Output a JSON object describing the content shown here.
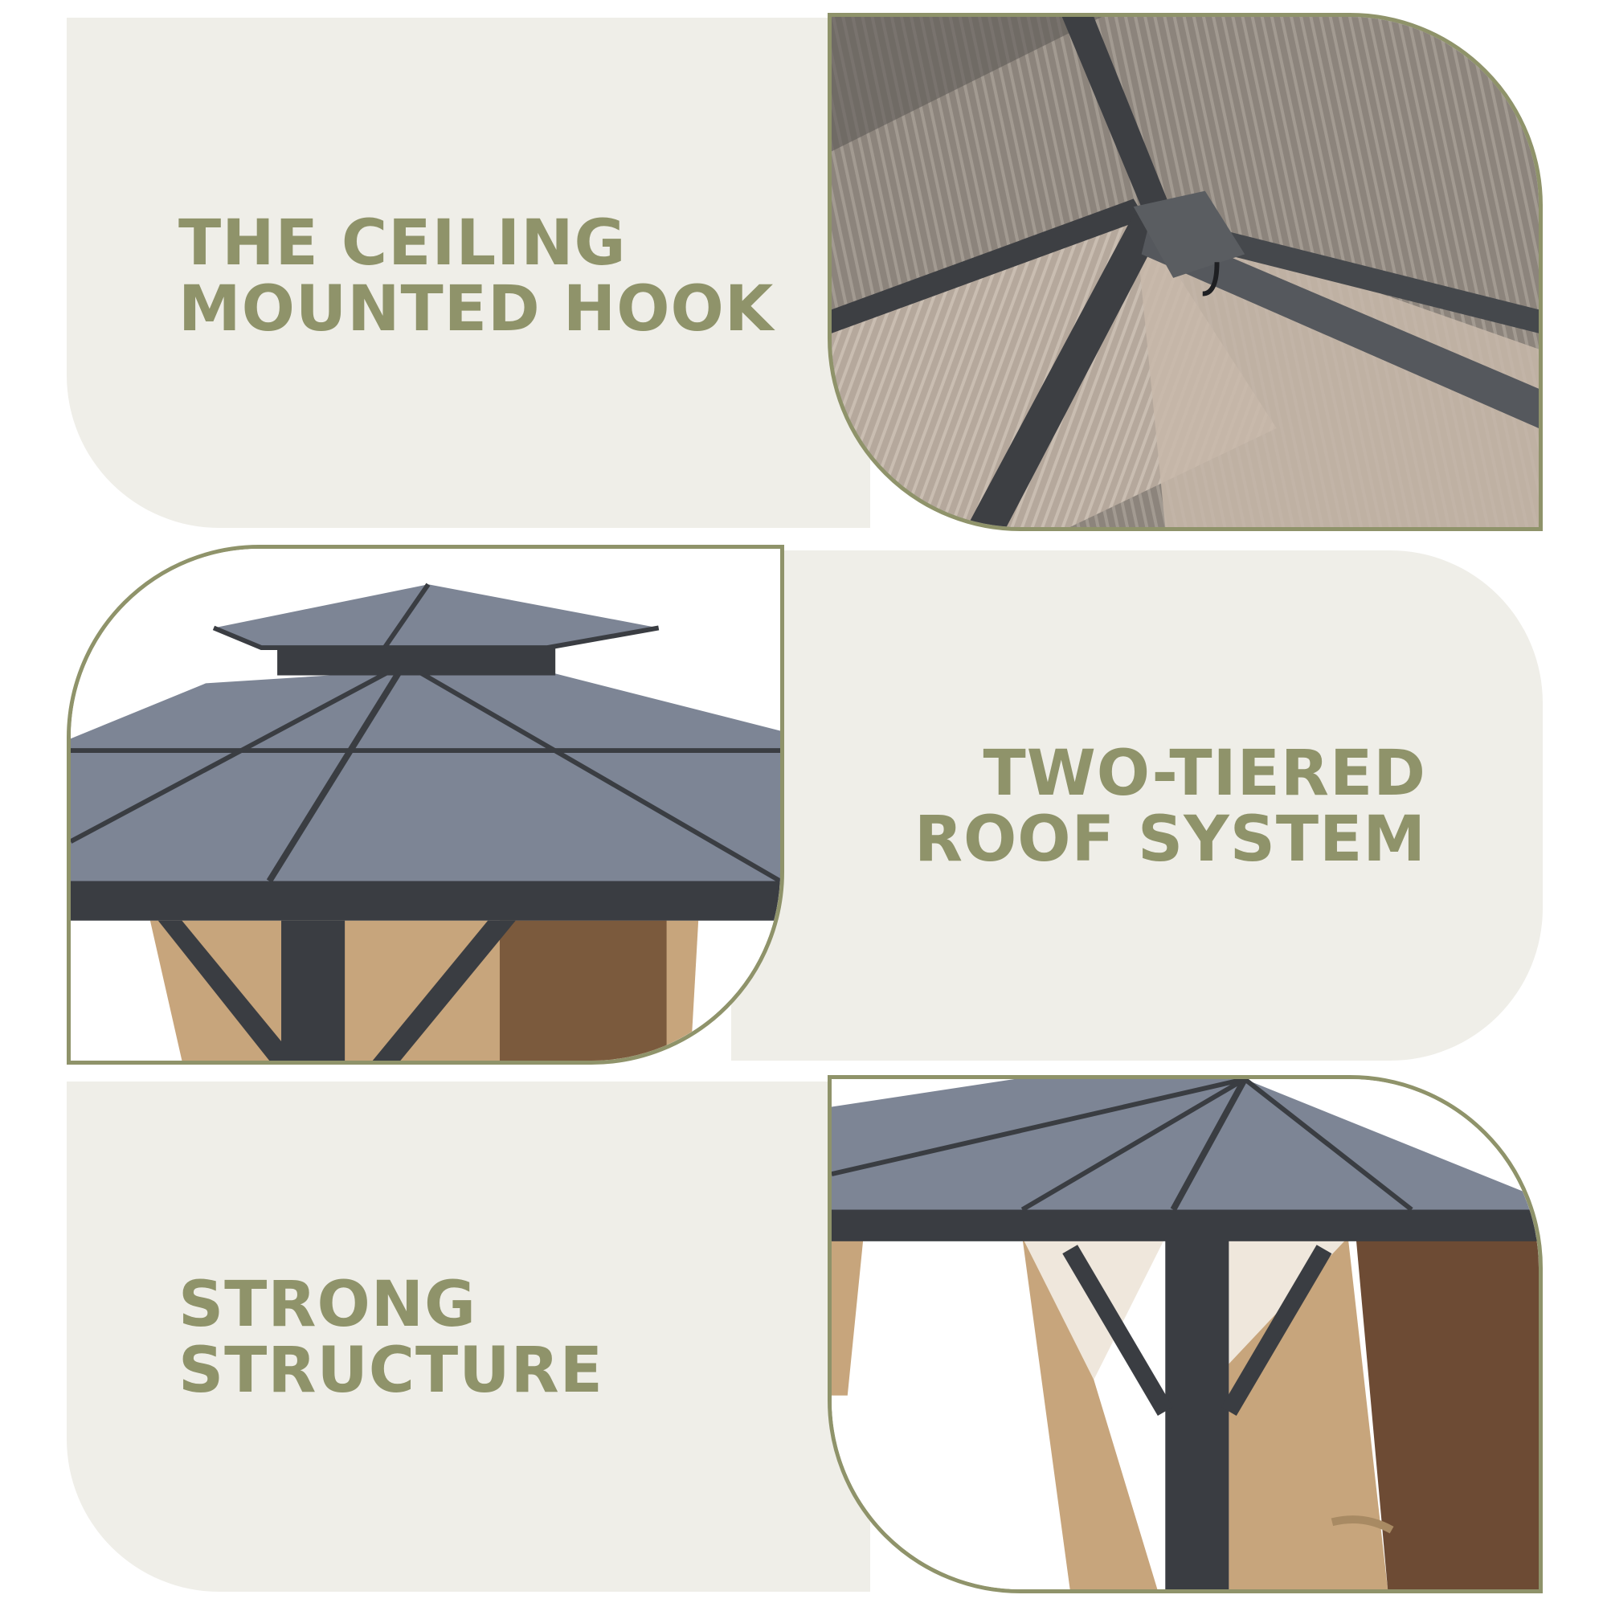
{
  "sections": [
    {
      "lines": [
        "THE CEILING",
        "MOUNTED HOOK"
      ],
      "photo_icon": "ceiling-hook-photo"
    },
    {
      "lines": [
        "TWO-TIERED",
        "ROOF SYSTEM"
      ],
      "photo_icon": "two-tier-roof-photo"
    },
    {
      "lines": [
        "STRONG",
        "STRUCTURE"
      ],
      "photo_icon": "gazebo-corner-photo"
    }
  ],
  "colors": {
    "accent": "#8f936a",
    "panel": "#efeee8",
    "roof": "#7d8595",
    "frame_metal": "#3a3d42",
    "curtain": "#c7a57c"
  }
}
